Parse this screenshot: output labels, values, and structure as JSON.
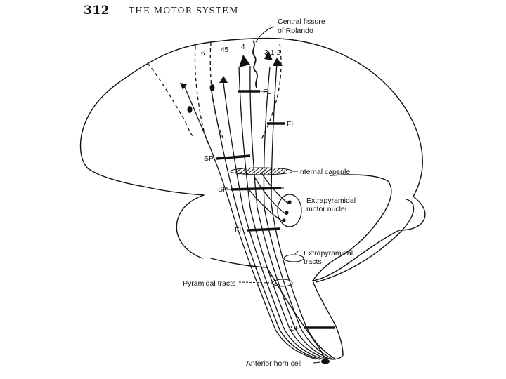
{
  "header": {
    "page_number": "312",
    "title": "THE MOTOR SYSTEM"
  },
  "areas": {
    "a6": "6",
    "a45": "45",
    "a4": "4",
    "a312": "3-1-2"
  },
  "labels": {
    "central_fissure_1": "Central fissure",
    "central_fissure_2": "of Rolando",
    "fl": "FL",
    "sp": "SP",
    "internal_capsule": "Internal capsule",
    "extrapyramidal_motor_nuclei_1": "Extrapyramidal",
    "extrapyramidal_motor_nuclei_2": "motor nuclei",
    "extrapyramidal_tracts_1": "Extrapyramidal",
    "extrapyramidal_tracts_2": "tracts",
    "pyramidal_tracts": "Pyramidal tracts",
    "anterior_horn_cell": "Anterior horn cell"
  },
  "colors": {
    "ink": "#111111",
    "paper": "#ffffff"
  }
}
